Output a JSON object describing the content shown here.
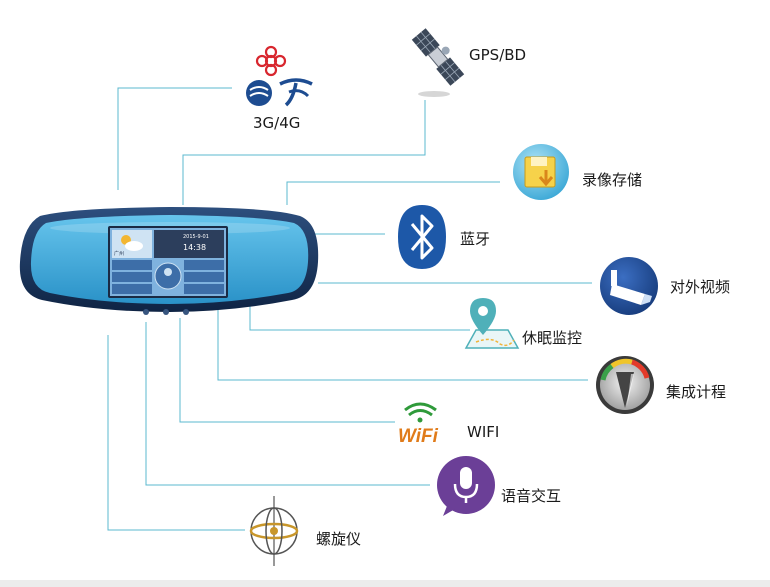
{
  "device": {
    "screen_date": "2015-9-01",
    "screen_time": "14:38",
    "screen_city": "广州"
  },
  "features": [
    {
      "key": "network",
      "label": "3G/4G",
      "icon": "china-unicom-china-mobile-china-telecom-logos"
    },
    {
      "key": "gps",
      "label": "GPS/BD",
      "icon": "satellite-icon"
    },
    {
      "key": "recording",
      "label": "录像存储",
      "icon": "floppy-disk-icon"
    },
    {
      "key": "bluetooth",
      "label": "蓝牙",
      "icon": "bluetooth-icon"
    },
    {
      "key": "video",
      "label": "对外视频",
      "icon": "camera-icon"
    },
    {
      "key": "sleep",
      "label": "休眠监控",
      "icon": "map-pin-icon"
    },
    {
      "key": "meter",
      "label": "集成计程",
      "icon": "speedometer-icon"
    },
    {
      "key": "wifi",
      "label": "WIFI",
      "icon": "wifi-icon"
    },
    {
      "key": "voice",
      "label": "语音交互",
      "icon": "microphone-icon"
    },
    {
      "key": "gyro",
      "label": "螺旋仪",
      "icon": "gyroscope-icon"
    }
  ],
  "colors": {
    "connector": "#5bb8cf",
    "mirror_frame": "#1f3e6a",
    "mirror_glass": "#3ca9d8",
    "bluetooth": "#1d58a8",
    "voice": "#6b3f97",
    "camera": "#1f4e9b",
    "wifi_green": "#2f9a3a",
    "wifi_orange": "#e07b1a"
  }
}
